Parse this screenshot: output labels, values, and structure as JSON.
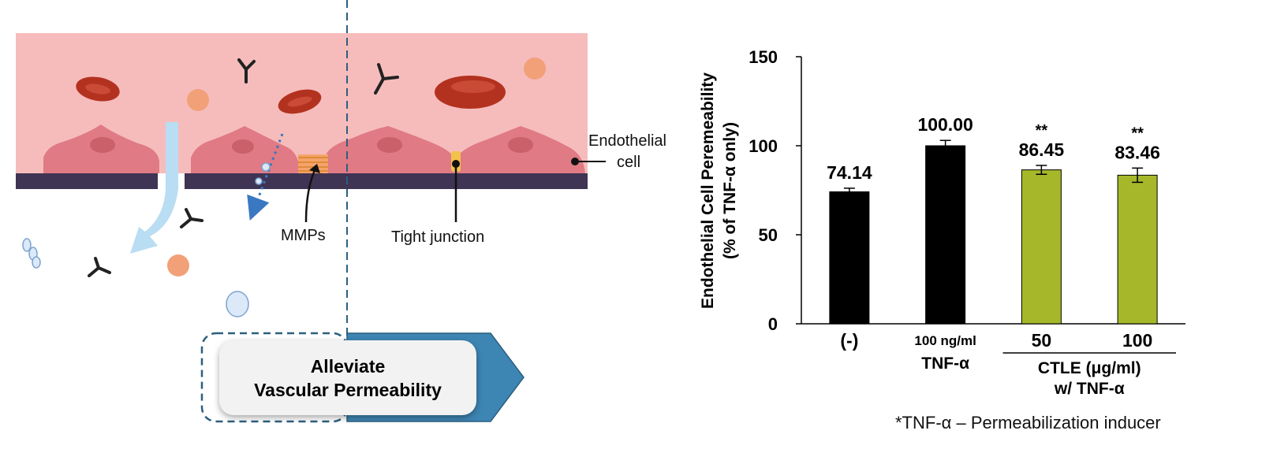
{
  "illustration": {
    "labels": {
      "endothelial_line1": "Endothelial",
      "endothelial_line2": "cell",
      "mmps": "MMPs",
      "tight_junction": "Tight junction"
    },
    "callout": {
      "line1": "Alleviate",
      "line2": "Vascular Permeability"
    },
    "colors": {
      "vessel": "#f6bcbc",
      "cell": "#e07a84",
      "nucleus": "#c9606a",
      "basement": "#3f3454",
      "rbc": "#b3321f",
      "arrow": "#b9ddf3",
      "callout_arrow": "#3d85b3",
      "dashed": "#2c5f7f"
    }
  },
  "footnote": "*TNF-α – Permeabilization inducer",
  "chart_data": {
    "type": "bar",
    "ylabel_line1": "Endothelial Cell Peremeability",
    "ylabel_line2": "(% of TNF-α only)",
    "ylim": [
      0,
      150
    ],
    "yticks": [
      0,
      50,
      100,
      150
    ],
    "categories": [
      "(-)",
      "100 ng/ml",
      "50",
      "100"
    ],
    "group_labels": {
      "tnf": "TNF-α",
      "ctle": "CTLE (μg/ml)",
      "ctle_sub": "w/ TNF-α"
    },
    "values": [
      74.14,
      100.0,
      86.45,
      83.46
    ],
    "value_labels": [
      "74.14",
      "100.00",
      "86.45",
      "83.46"
    ],
    "errors": [
      2.0,
      3.0,
      2.5,
      4.0
    ],
    "significance": [
      "",
      "",
      "**",
      "**"
    ],
    "colors": [
      "#000000",
      "#000000",
      "#a6b82a",
      "#a6b82a"
    ],
    "grid": false
  }
}
